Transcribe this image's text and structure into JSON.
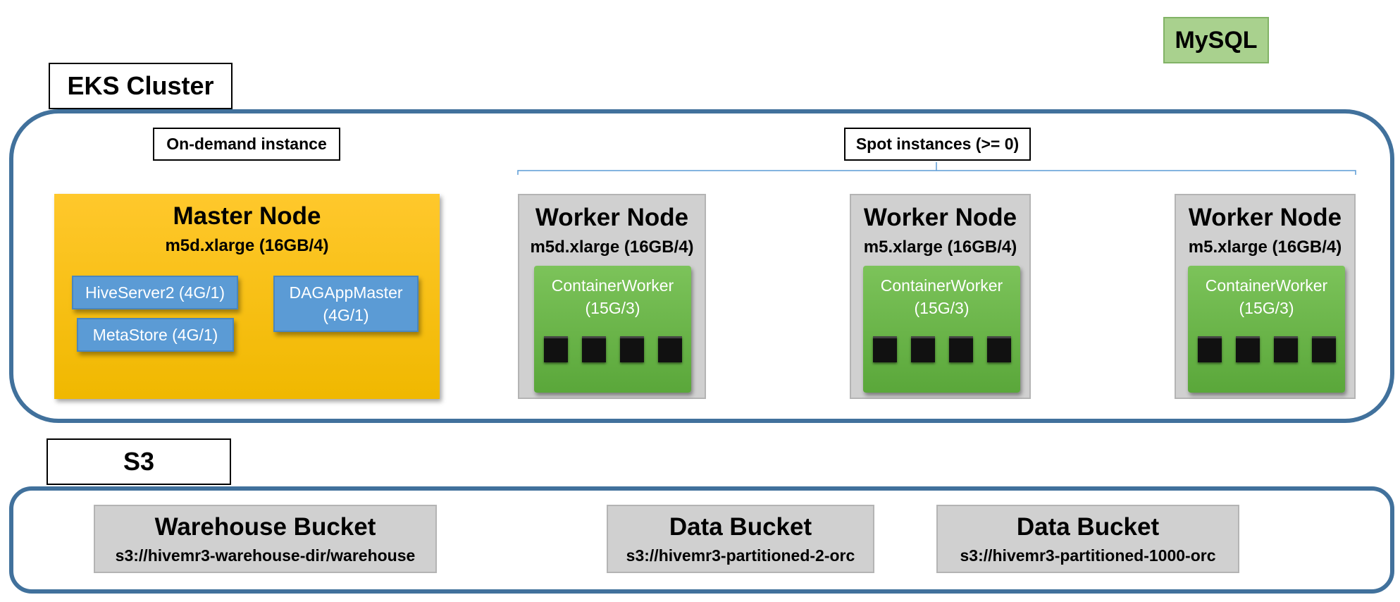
{
  "mysql": {
    "label": "MySQL"
  },
  "eks": {
    "title": "EKS Cluster",
    "on_demand_label": "On-demand instance",
    "spot_label": "Spot instances (>= 0)",
    "master": {
      "title": "Master Node",
      "subtitle": "m5d.xlarge (16GB/4)",
      "components": {
        "hiveserver": "HiveServer2 (4G/1)",
        "metastore": "MetaStore (4G/1)",
        "dagapp_line1": "DAGAppMaster",
        "dagapp_line2": "(4G/1)"
      }
    },
    "workers": [
      {
        "title": "Worker Node",
        "subtitle": "m5d.xlarge (16GB/4)",
        "container_line1": "ContainerWorker",
        "container_line2": "(15G/3)"
      },
      {
        "title": "Worker Node",
        "subtitle": "m5.xlarge (16GB/4)",
        "container_line1": "ContainerWorker",
        "container_line2": "(15G/3)"
      },
      {
        "title": "Worker Node",
        "subtitle": "m5.xlarge (16GB/4)",
        "container_line1": "ContainerWorker",
        "container_line2": "(15G/3)"
      }
    ]
  },
  "s3": {
    "title": "S3",
    "buckets": [
      {
        "title": "Warehouse Bucket",
        "path": "s3://hivemr3-warehouse-dir/warehouse"
      },
      {
        "title": "Data Bucket",
        "path": "s3://hivemr3-partitioned-2-orc"
      },
      {
        "title": "Data Bucket",
        "path": "s3://hivemr3-partitioned-1000-orc"
      }
    ]
  },
  "colors": {
    "frame_blue": "#41719c",
    "master_yellow": "#ffc000",
    "component_blue": "#5b9bd5",
    "container_green": "#70ad47",
    "node_gray": "#d0d0d0",
    "mysql_green": "#a9d18e"
  }
}
